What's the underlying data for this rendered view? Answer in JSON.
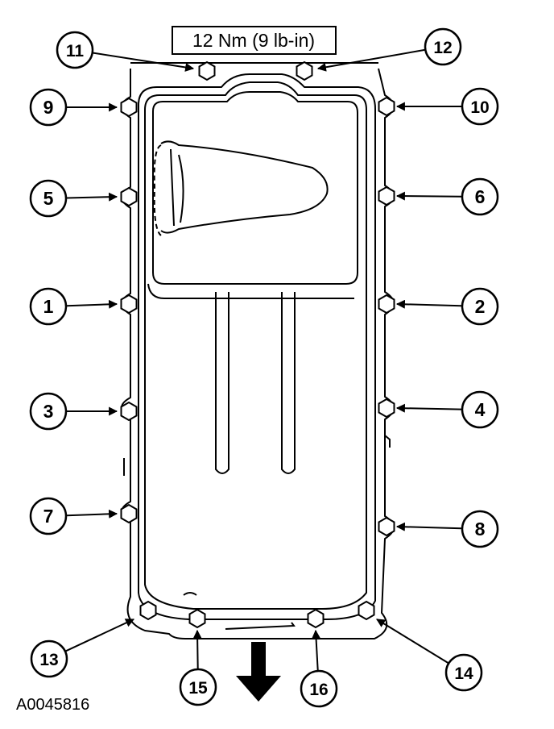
{
  "torque_spec": "12 Nm (9 lb-in)",
  "figure_id": "A0045816",
  "sequence_labels": [
    "1",
    "2",
    "3",
    "4",
    "5",
    "6",
    "7",
    "8",
    "9",
    "10",
    "11",
    "12",
    "13",
    "14",
    "15",
    "16"
  ]
}
